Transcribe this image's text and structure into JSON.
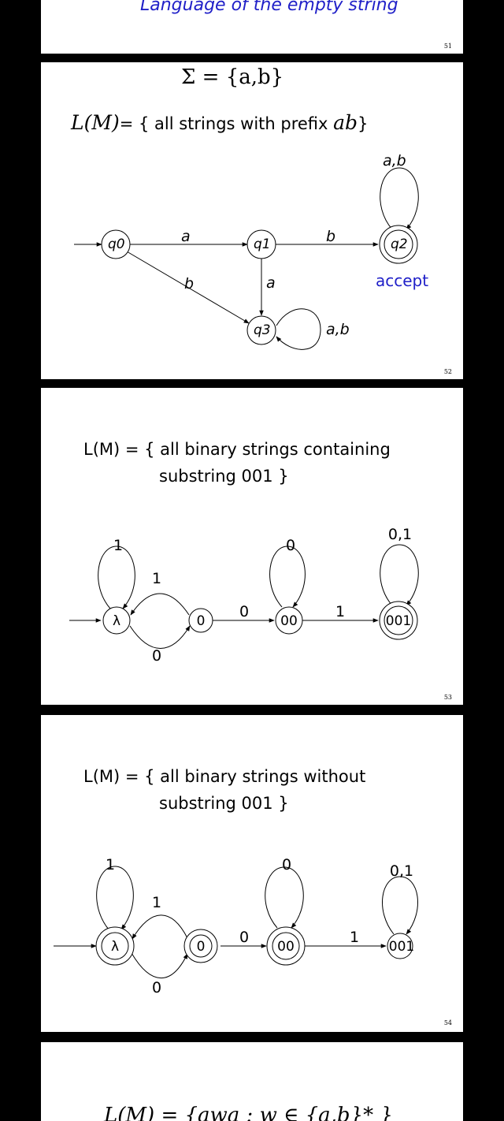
{
  "slide51": {
    "title": "Language of the empty string",
    "page": "51",
    "title_color": "#2020c8"
  },
  "slide52": {
    "sigma": "Σ = {a,b}",
    "lang_lhs": "L(M)",
    "lang_mid": "= { all strings with prefix",
    "lang_ab": "ab",
    "lang_end": "}",
    "states": [
      "q0",
      "q1",
      "q2",
      "q3"
    ],
    "edge_labels": {
      "q0_q1": "a",
      "q1_q2": "b",
      "q0_q3": "b",
      "q1_q3": "a",
      "q2_loop": "a,b",
      "q3_loop": "a,b"
    },
    "accept": "accept",
    "accept_color": "#2020c8",
    "page": "52"
  },
  "slide53": {
    "lang_line1": "L(M) = { all binary strings containing",
    "lang_line2": "substring  001 }",
    "states": [
      "λ",
      "0",
      "00",
      "001"
    ],
    "edge_labels": {
      "lambda_loop": "1",
      "lambda_to_0": "0",
      "zero_to_lambda": "1",
      "zero_to_00": "0",
      "00_loop": "0",
      "00_to_001": "1",
      "001_loop": "0,1"
    },
    "page": "53"
  },
  "slide54": {
    "lang_line1": "L(M) = { all binary strings without",
    "lang_line2": "substring  001 }",
    "states": [
      "λ",
      "0",
      "00",
      "001"
    ],
    "edge_labels": {
      "lambda_loop": "1",
      "lambda_to_0": "0",
      "zero_to_lambda": "1",
      "zero_to_00": "0",
      "00_loop": "0",
      "00_to_001": "1",
      "001_loop": "0,1"
    },
    "page": "54"
  },
  "slide55": {
    "formula": "L(M) = {awa : w ∈ {a,b}* }"
  }
}
